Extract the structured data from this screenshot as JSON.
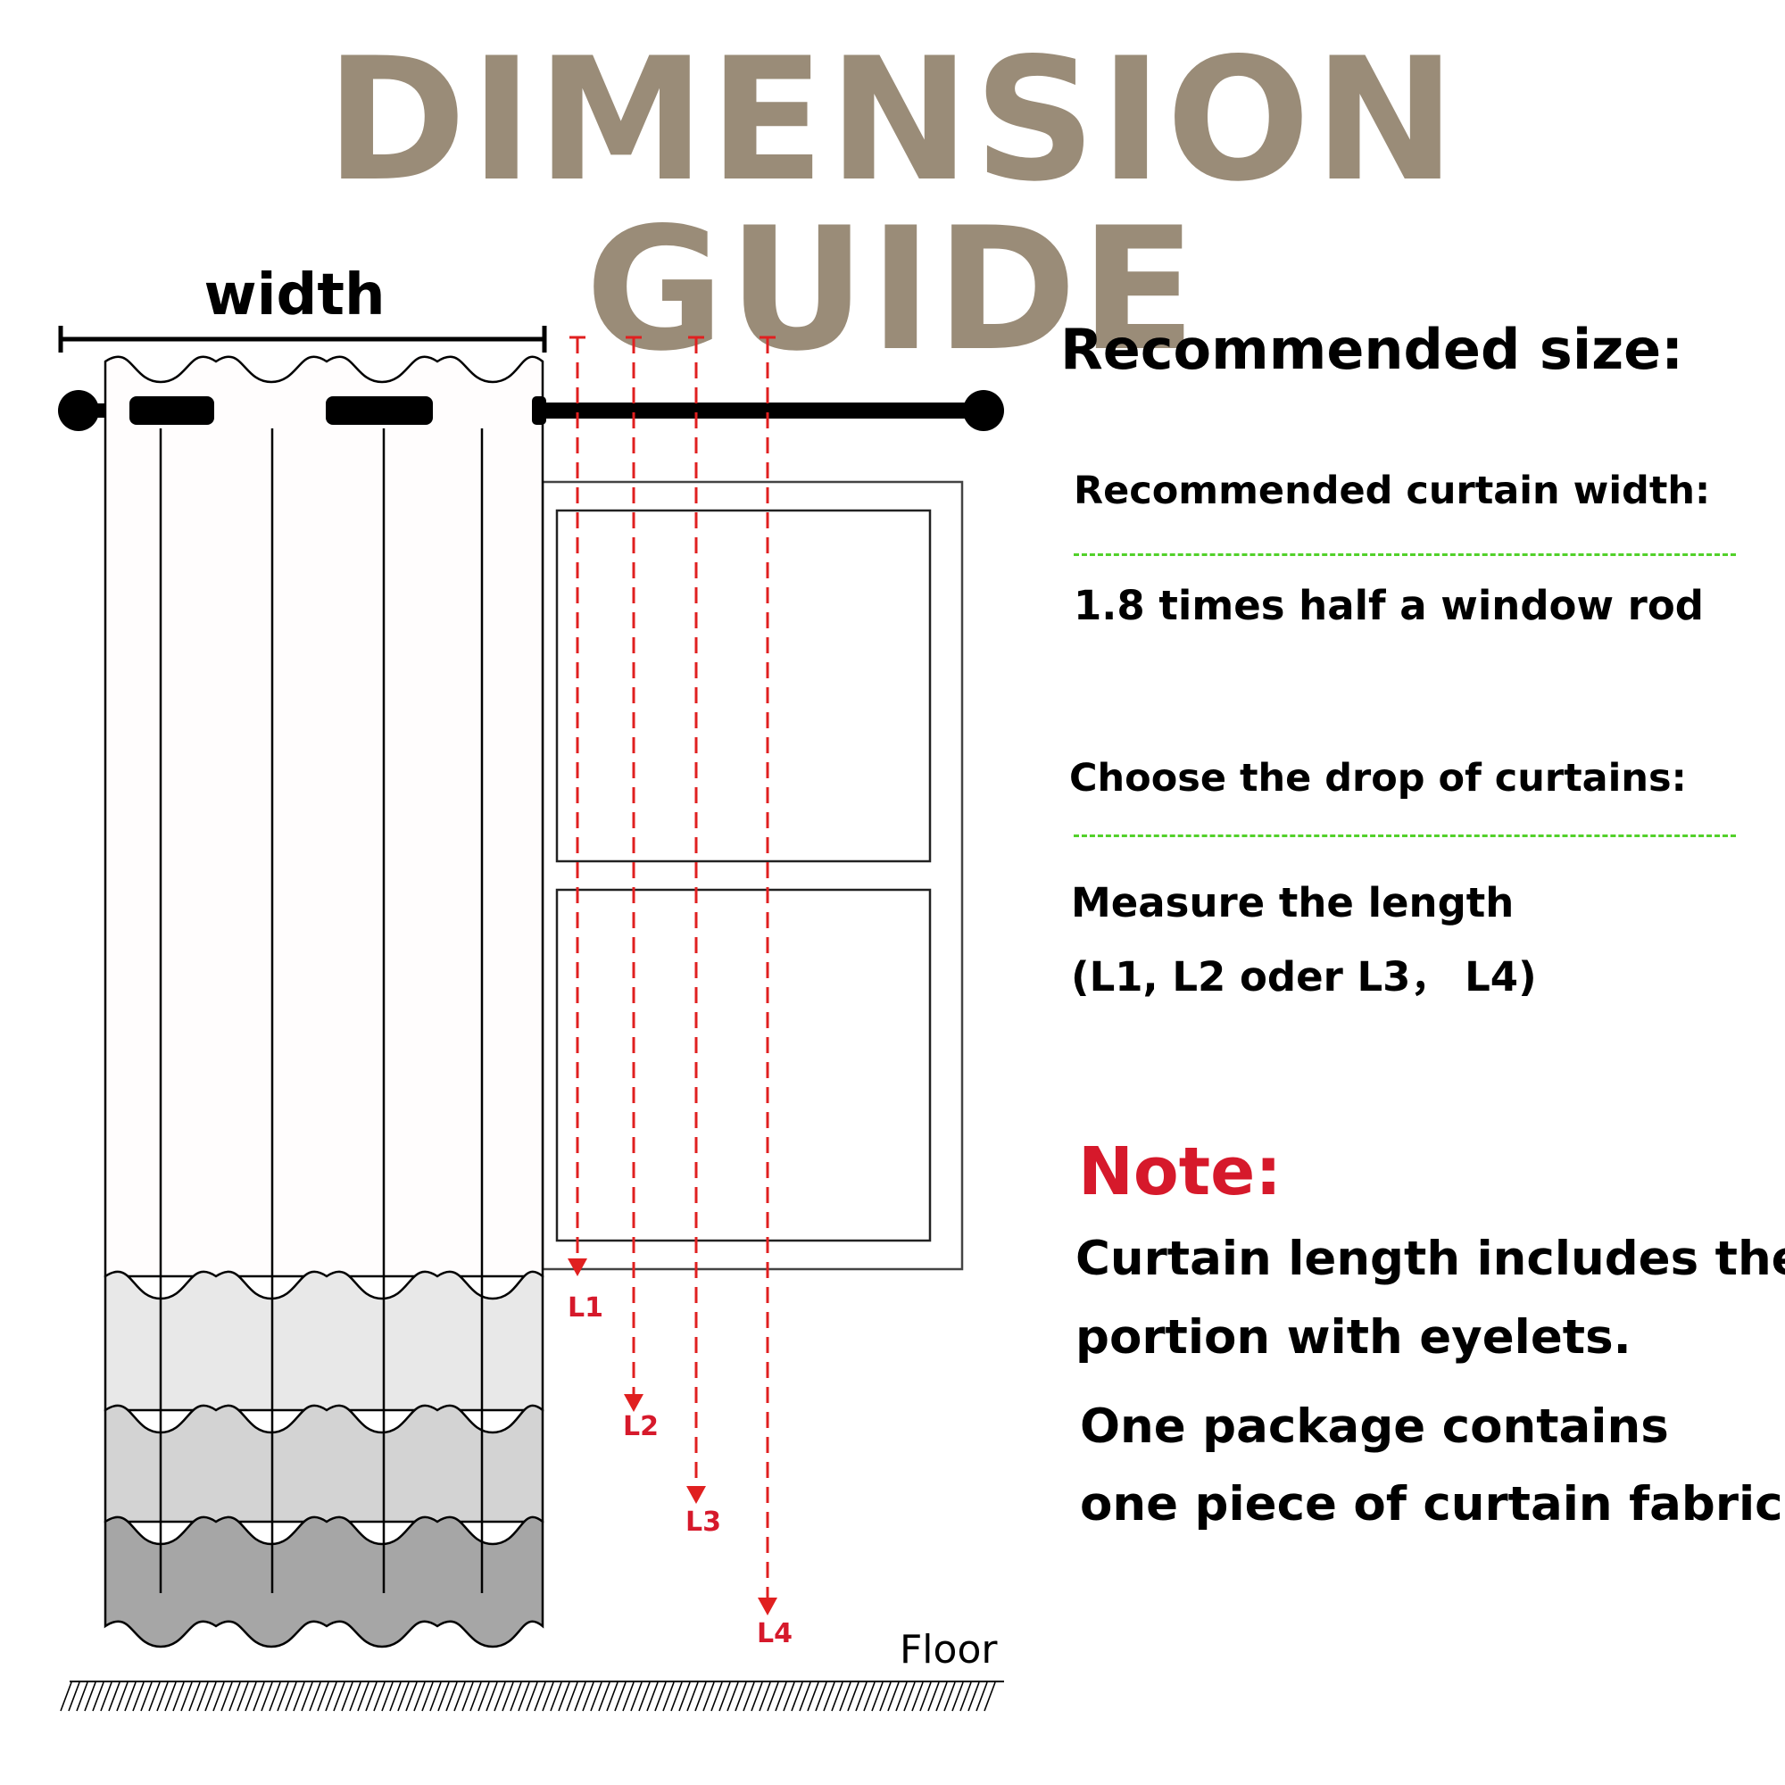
{
  "title": "DIMENSION GUIDE",
  "diagram": {
    "width_label": "width",
    "floor_label": "Floor",
    "length_labels": [
      "L1",
      "L2",
      "L3",
      "L4"
    ]
  },
  "recommended": {
    "heading": "Recommended size:",
    "width_heading": "Recommended curtain width:",
    "width_text": "1.8 times half a window rod",
    "drop_heading": "Choose the drop of curtains:",
    "drop_line1": "Measure the length",
    "drop_line2": "(L1, L2 oder L3， L4)"
  },
  "note": {
    "heading": "Note:",
    "line1": "Curtain length includes the",
    "line2": "portion with eyelets.",
    "line3": "One package contains",
    "line4": "one piece of curtain fabric"
  },
  "colors": {
    "title": "#9a8c78",
    "accent_red": "#d6192b",
    "dash_red": "#e02020",
    "dash_green": "#52d12a",
    "panel_light": "#e8e8e8",
    "panel_mid": "#d3d3d3",
    "panel_dark": "#a6a6a6"
  }
}
